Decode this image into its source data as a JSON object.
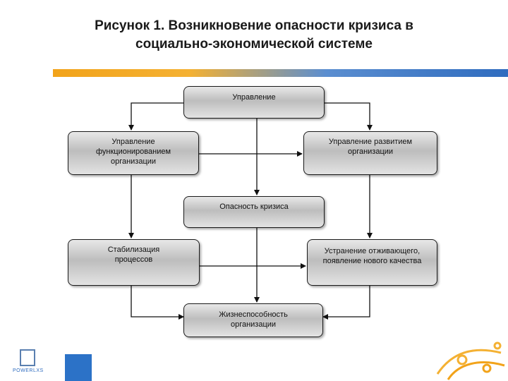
{
  "title": {
    "line1": "Рисунок 1. Возникновение опасности кризиса в",
    "line2": "социально-экономической системе"
  },
  "boxes": {
    "management": "Управление",
    "functioning": [
      "Управление",
      "функционированием",
      "организации"
    ],
    "development": [
      "Управление развитием",
      "организации"
    ],
    "crisis_danger": "Опасность кризиса",
    "stabilization": [
      "Стабилизация",
      "процессов"
    ],
    "elimination": [
      "Устранение отживающего,",
      "появление нового качества"
    ],
    "viability": [
      "Жизнеспособность",
      "организации"
    ]
  },
  "logo": {
    "text": "POWERLXS"
  },
  "colors": {
    "box_fill": "#c8c8c8",
    "border": "#1a1a1a",
    "accent_orange": "#f2a31a",
    "accent_blue": "#2f6cbf"
  }
}
